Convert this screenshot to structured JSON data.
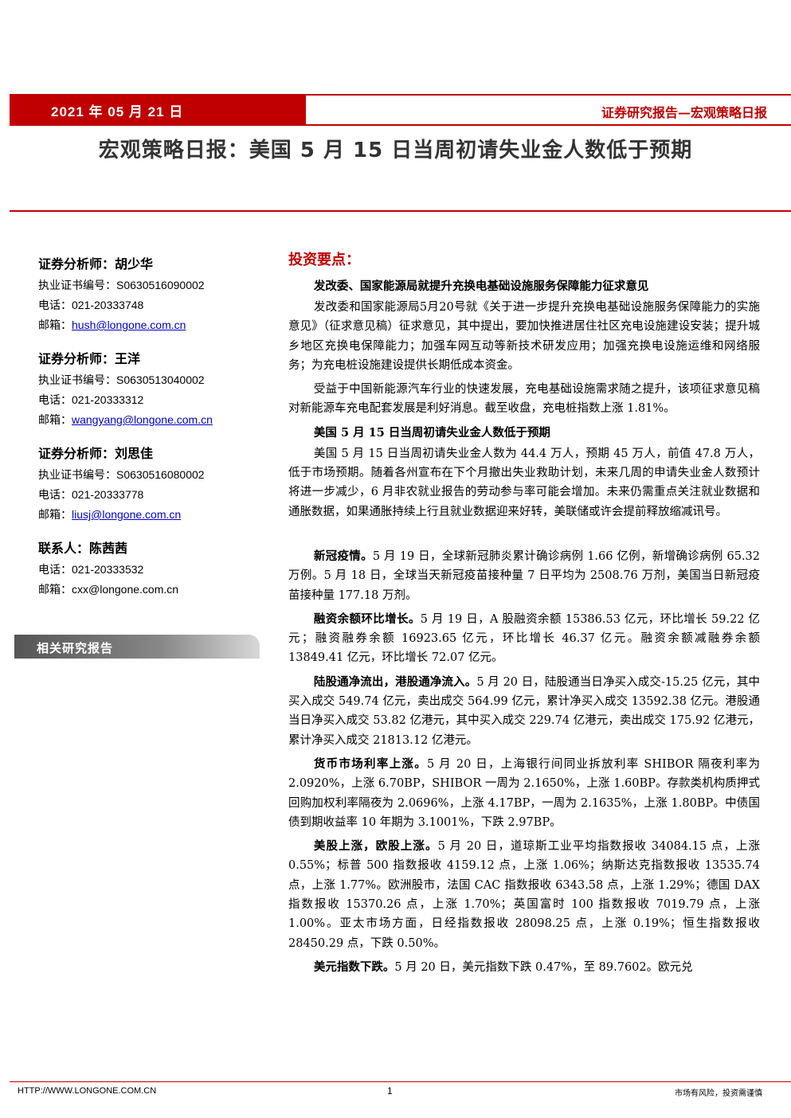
{
  "header": {
    "date": "2021 年 05 月 21 日",
    "report_type": "证券研究报告—宏观策略日报"
  },
  "title": "宏观策略日报：美国 5 月 15 日当周初请失业金人数低于预期",
  "analysts": [
    {
      "name": "证券分析师：胡少华",
      "cert_label": "执业证书编号：",
      "cert": "S0630516090002",
      "phone_label": "电话：",
      "phone": "021-20333748",
      "email_label": "邮箱：",
      "email": "hush@longone.com.cn"
    },
    {
      "name": "证券分析师：王洋",
      "cert_label": "执业证书编号：",
      "cert": "S0630513040002",
      "phone_label": "电话：",
      "phone": "021-20333312",
      "email_label": "邮箱：",
      "email": "wangyang@longone.com.cn"
    },
    {
      "name": "证券分析师：刘思佳",
      "cert_label": "执业证书编号：",
      "cert": "S0630516080002",
      "phone_label": "电话：",
      "phone": "021-20333778",
      "email_label": "邮箱：",
      "email": "liusj@longone.com.cn"
    }
  ],
  "contact": {
    "name": "联系人：陈茜茜",
    "phone_label": "电话：",
    "phone": "021-20333532",
    "email_label": "邮箱：",
    "email": "cxx@longone.com.cn"
  },
  "related_label": "相关研究报告",
  "main": {
    "section_head": "投资要点：",
    "sub1": "发改委、国家能源局就提升充换电基础设施服务保障能力征求意见",
    "p1": "发改委和国家能源局5月20号就《关于进一步提升充换电基础设施服务保障能力的实施意见》（征求意见稿）征求意见，其中提出，要加快推进居住社区充电设施建设安装；提升城乡地区充换电保障能力；加强车网互动等新技术研发应用；加强充换电设施运维和网络服务；为充电桩设施建设提供长期低成本资金。",
    "p2": "受益于中国新能源汽车行业的快速发展，充电基础设施需求随之提升，该项征求意见稿对新能源车充电配套发展是利好消息。截至收盘，充电桩指数上涨 1.81%。",
    "sub2": "美国 5 月 15 日当周初请失业金人数低于预期",
    "p3": "美国 5 月 15 日当周初请失业金人数为 44.4 万人，预期 45 万人，前值 47.8 万人，低于市场预期。随着各州宣布在下个月撤出失业救助计划，未来几周的申请失业金人数预计将进一步减少，6 月非农就业报告的劳动参与率可能会增加。未来仍需重点关注就业数据和通胀数据，如果通胀持续上行且就业数据迎来好转，美联储或许会提前释放缩减讯号。",
    "p4_bold": "新冠疫情。",
    "p4": "5 月 19 日，全球新冠肺炎累计确诊病例 1.66 亿例，新增确诊病例 65.32 万例。5 月 18 日，全球当天新冠疫苗接种量 7 日平均为 2508.76 万剂，美国当日新冠疫苗接种量 177.18 万剂。",
    "p5_bold": "融资余额环比增长。",
    "p5": "5 月 19 日，A 股融资余额 15386.53 亿元，环比增长 59.22 亿元；融资融券余额 16923.65 亿元，环比增长 46.37 亿元。融资余额减融券余额 13849.41 亿元，环比增长 72.07 亿元。",
    "p6_bold": "陆股通净流出，港股通净流入。",
    "p6": "5 月 20 日，陆股通当日净买入成交-15.25 亿元，其中买入成交 549.74 亿元，卖出成交 564.99 亿元，累计净买入成交 13592.38 亿元。港股通当日净买入成交 53.82 亿港元，其中买入成交 229.74 亿港元，卖出成交 175.92 亿港元，累计净买入成交 21813.12 亿港元。",
    "p7_bold": "货币市场利率上涨。",
    "p7": "5 月 20 日，上海银行间同业拆放利率 SHIBOR 隔夜利率为 2.0920%，上涨 6.70BP，SHIBOR 一周为 2.1650%，上涨 1.60BP。存款类机构质押式回购加权利率隔夜为 2.0696%，上涨 4.17BP，一周为 2.1635%，上涨 1.80BP。中债国债到期收益率 10 年期为 3.1001%，下跌 2.97BP。",
    "p8_bold": "美股上涨，欧股上涨。",
    "p8": "5 月 20 日，道琼斯工业平均指数报收 34084.15 点，上涨 0.55%；标普 500 指数报收 4159.12 点，上涨 1.06%；纳斯达克指数报收 13535.74 点，上涨 1.77%。欧洲股市，法国 CAC 指数报收 6343.58 点，上涨 1.29%；德国 DAX 指数报收 15370.26 点，上涨 1.70%；英国富时 100 指数报收 7019.79 点，上涨 1.00%。亚太市场方面，日经指数报收 28098.25 点，上涨 0.19%；恒生指数报收 28450.29 点，下跌 0.50%。",
    "p9_bold": "美元指数下跌。",
    "p9": "5 月 20 日，美元指数下跌 0.47%，至 89.7602。欧元兑"
  },
  "footer": {
    "url": "HTTP://WWW.LONGONE.COM.CN",
    "page": "1",
    "risk": "市场有风险，投资需谨慎"
  },
  "colors": {
    "accent": "#c00000",
    "link": "#0000cc"
  }
}
